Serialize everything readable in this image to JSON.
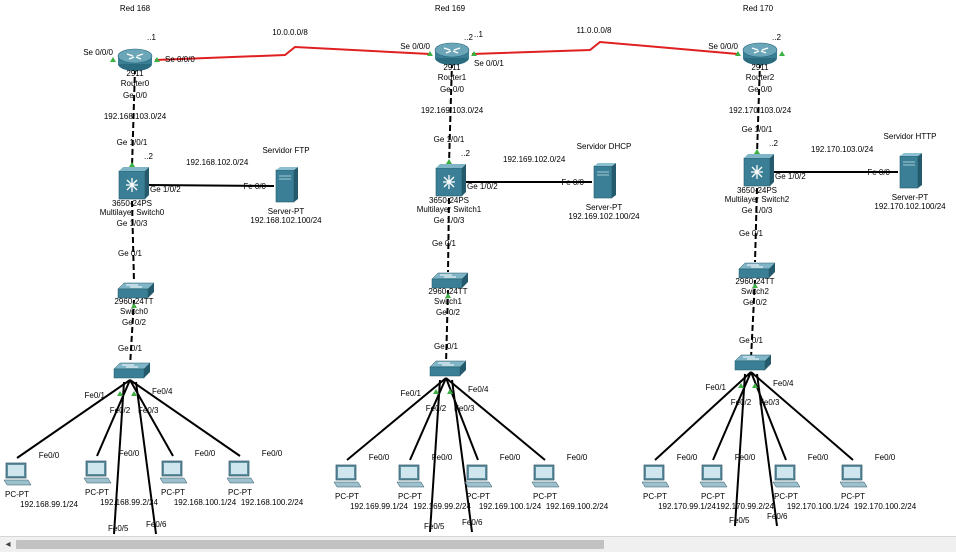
{
  "networks": [
    {
      "id": "168",
      "title": "Red 168"
    },
    {
      "id": "169",
      "title": "Red 169"
    },
    {
      "id": "170",
      "title": "Red 170"
    }
  ],
  "wan_links": [
    {
      "label": "10.0.0.0/8"
    },
    {
      "label": "11.0.0.0/8"
    }
  ],
  "routers": [
    {
      "model": "2911",
      "name": "Router0",
      "ports": [
        "Se 0/0/0",
        "Ge 0/0"
      ],
      "addr_a": "..1",
      "addr_b": ""
    },
    {
      "model": "2911",
      "name": "Router1",
      "ports": [
        "Se 0/0/0",
        "Se 0/0/1",
        "Ge 0/0"
      ],
      "addr_a": "..2",
      "addr_b": "..1"
    },
    {
      "model": "2911",
      "name": "Router2",
      "ports": [
        "Se 0/0/0",
        "Ge 0/0"
      ],
      "addr_a": "..2",
      "addr_b": ""
    }
  ],
  "router_lan_subnets": [
    "192.168.103.0/24",
    "192.169.103.0/24",
    "192.170.103.0/24"
  ],
  "multilayer_switches": [
    {
      "model": "3650-24PS",
      "name": "Multilayer Switch0",
      "uplink": "Ge 1/0/1",
      "srv_port": "Ge 1/0/2",
      "down": "Ge 1/0/3",
      "addr": "..2",
      "srv_subnet": "192.168.102.0/24"
    },
    {
      "model": "3650-24PS",
      "name": "Multilayer Switch1",
      "uplink": "Ge 1/0/1",
      "srv_port": "Ge 1/0/2",
      "down": "Ge 1/0/3",
      "addr": "..2",
      "srv_subnet": "192.169.102.0/24"
    },
    {
      "model": "3650-24PS",
      "name": "Multilayer Switch2",
      "uplink": "Ge 1/0/1",
      "srv_port": "Ge 1/0/2",
      "down": "Ge 1/0/3",
      "addr": "..2",
      "srv_subnet": "192.170.103.0/24"
    }
  ],
  "servers": [
    {
      "title": "Servidor FTP",
      "model": "Server-PT",
      "addr": "192.168.102.100/24",
      "port": "Fe 0/0"
    },
    {
      "title": "Servidor DHCP",
      "model": "Server-PT",
      "addr": "192.169.102.100/24",
      "port": "Fe 0/0"
    },
    {
      "title": "Servidor HTTP",
      "model": "Server-PT",
      "addr": "192.170.102.100/24",
      "port": "Fe 0/0"
    }
  ],
  "switches_2960": [
    {
      "model": "2960-24TT",
      "name": "Switch0",
      "up": "Ge 0/1",
      "down": "Ge 0/2"
    },
    {
      "model": "2960-24TT",
      "name": "Switch1",
      "up": "Ge 0/1",
      "down": "Ge 0/2"
    },
    {
      "model": "2960-24TT",
      "name": "Switch2",
      "up": "Ge 0/1",
      "down": "Ge 0/2"
    }
  ],
  "hubs": [
    {
      "up": "Ge 0/1",
      "ports": [
        "Fe0/1",
        "Fe0/2",
        "Fe0/3",
        "Fe0/4",
        "Fe0/5",
        "Fe0/6"
      ]
    },
    {
      "up": "Ge 0/1",
      "ports": [
        "Fe0/1",
        "Fe0/2",
        "Fe0/3",
        "Fe0/4",
        "Fe0/5",
        "Fe0/6"
      ]
    },
    {
      "up": "Ge 0/1",
      "ports": [
        "Fe0/1",
        "Fe0/2",
        "Fe0/3",
        "Fe0/4",
        "Fe0/5",
        "Fe0/6"
      ]
    }
  ],
  "pcs": [
    [
      {
        "model": "PC-PT",
        "addr": "192.168.99.1/24",
        "port": "Fe0/0"
      },
      {
        "model": "PC-PT",
        "addr": "192.168.99.2/24",
        "port": "Fe0/0"
      },
      {
        "model": "PC-PT",
        "addr": "192.168.100.1/24",
        "port": "Fe0/0"
      },
      {
        "model": "PC-PT",
        "addr": "192.168.100.2/24",
        "port": "Fe0/0"
      }
    ],
    [
      {
        "model": "PC-PT",
        "addr": "192.169.99.1/24",
        "port": "Fe0/0"
      },
      {
        "model": "PC-PT",
        "addr": "192.169.99.2/24",
        "port": "Fe0/0"
      },
      {
        "model": "PC-PT",
        "addr": "192.169.100.1/24",
        "port": "Fe0/0"
      },
      {
        "model": "PC-PT",
        "addr": "192.169.100.2/24",
        "port": "Fe0/0"
      }
    ],
    [
      {
        "model": "PC-PT",
        "addr": "192.170.99.1/24",
        "port": "Fe0/0"
      },
      {
        "model": "PC-PT",
        "addr": "192.170.99.2/24",
        "port": "Fe0/0"
      },
      {
        "model": "PC-PT",
        "addr": "192.170.100.1/24",
        "port": "Fe0/0"
      },
      {
        "model": "PC-PT",
        "addr": "192.170.100.2/24",
        "port": "Fe0/0"
      }
    ]
  ],
  "colors": {
    "serial_link": "#e02020",
    "ethernet_link": "#000000",
    "link_up": "#3cb043",
    "device": "#3a7f95"
  },
  "icons": {
    "router": "router-icon",
    "ml_switch": "multilayer-switch-icon",
    "switch": "switch-icon",
    "server": "server-icon",
    "pc": "pc-icon",
    "scroll_left": "scroll-left-arrow-icon"
  },
  "scrollbar": {
    "left_arrow": "◂"
  }
}
